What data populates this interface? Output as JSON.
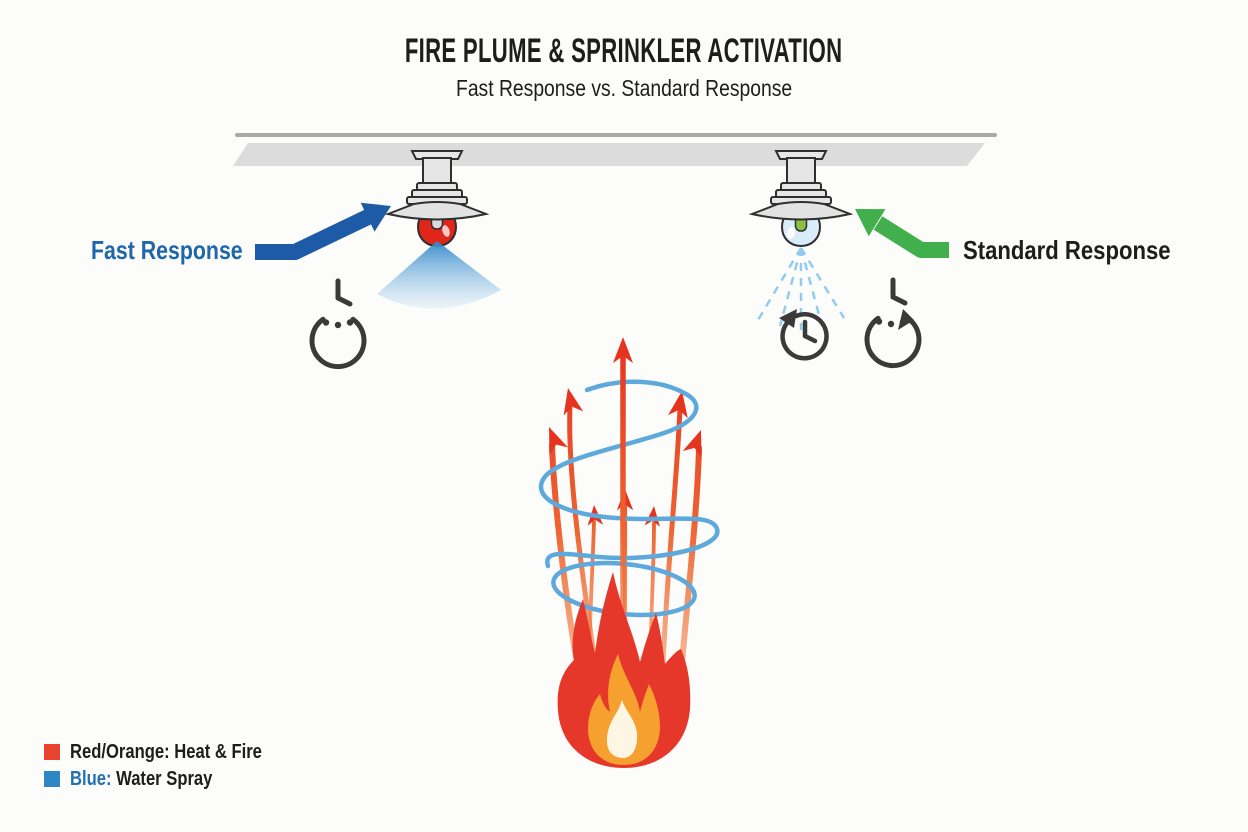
{
  "header": {
    "title": "FIRE PLUME & SPRINKLER ACTIVATION",
    "subtitle": "Fast Response vs. Standard Response"
  },
  "annotations": {
    "fast_label": "Fast Response",
    "standard_label": "Standard Response"
  },
  "legend": {
    "items": [
      {
        "swatch_color": "#e8432e",
        "prefix": "Red/Orange:",
        "rest": "Heat & Fire"
      },
      {
        "swatch_color": "#2e86c4",
        "prefix": "Blue:",
        "rest": "Water Spray"
      }
    ]
  },
  "colors": {
    "fast_label_blue": "#1e67ab",
    "fast_arrow_blue": "#1d5ba6",
    "standard_label_dark": "#1d1d1b",
    "standard_arrow_green": "#41b04c",
    "water_spray_blue": "#2f86c9",
    "dashed_spray_blue": "#92cbee",
    "entrainment_spiral_blue": "#5ea9dc",
    "plume_red": "#e5341f",
    "plume_orange": "#ee6230",
    "flame_red": "#e6382a",
    "flame_orange": "#f5a02f",
    "flame_core": "#fdf6e3",
    "fast_bulb_red": "#e0251b",
    "standard_bulb_glass": "#d9ecfa",
    "standard_bulb_tube_green": "#8ac043",
    "clock_gray": "#3a3a3a",
    "ceiling_gray": "#dcdcdc"
  },
  "icons": {
    "fast_sprinkler": "sprinkler-fast-response-icon",
    "standard_sprinkler": "sprinkler-standard-response-icon",
    "fast_clock": "clock-short-time-icon",
    "standard_clock_waiting": "clock-waiting-arrow-icon",
    "standard_clock_elapsed": "clock-elapsed-arrow-icon",
    "water_spray": "water-spray-cone-icon",
    "pending_spray": "dashed-spray-icon",
    "fire": "fire-flame-icon",
    "plume": "rising-heat-plume-arrows-icon",
    "spiral": "air-entrainment-spiral-icon"
  }
}
